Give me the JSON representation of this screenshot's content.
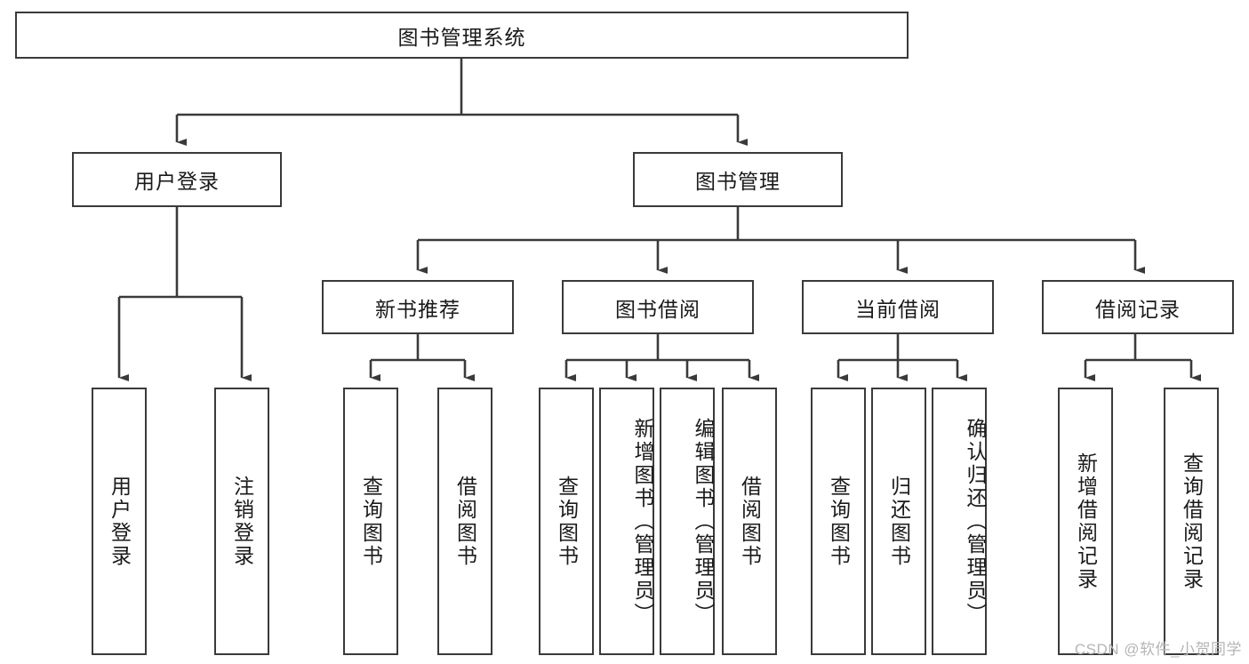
{
  "diagram": {
    "type": "tree-hierarchy",
    "title": "图书管理系统",
    "root": {
      "id": "root",
      "label": "图书管理系统"
    },
    "level2": [
      {
        "id": "user-login",
        "label": "用户登录"
      },
      {
        "id": "book-management",
        "label": "图书管理"
      }
    ],
    "level3": [
      {
        "id": "new-book-recommend",
        "label": "新书推荐",
        "parent": "book-management"
      },
      {
        "id": "book-borrow",
        "label": "图书借阅",
        "parent": "book-management"
      },
      {
        "id": "current-borrow",
        "label": "当前借阅",
        "parent": "book-management"
      },
      {
        "id": "borrow-record",
        "label": "借阅记录",
        "parent": "book-management"
      }
    ],
    "leaves": [
      {
        "id": "leaf-user-login",
        "label": "用户登录",
        "parent": "user-login"
      },
      {
        "id": "leaf-logout-login",
        "label": "注销登录",
        "parent": "user-login"
      },
      {
        "id": "leaf-query-book-1",
        "label": "查询图书",
        "parent": "new-book-recommend"
      },
      {
        "id": "leaf-borrow-book-1",
        "label": "借阅图书",
        "parent": "new-book-recommend"
      },
      {
        "id": "leaf-query-book-2",
        "label": "查询图书",
        "parent": "book-borrow"
      },
      {
        "id": "leaf-add-book",
        "label": "新增图书（管理员）",
        "parent": "book-borrow"
      },
      {
        "id": "leaf-edit-book",
        "label": "编辑图书（管理员）",
        "parent": "book-borrow"
      },
      {
        "id": "leaf-borrow-book-2",
        "label": "借阅图书",
        "parent": "book-borrow"
      },
      {
        "id": "leaf-query-book-3",
        "label": "查询图书",
        "parent": "current-borrow"
      },
      {
        "id": "leaf-return-book",
        "label": "归还图书",
        "parent": "current-borrow"
      },
      {
        "id": "leaf-confirm-return",
        "label": "确认归还（管理员）",
        "parent": "current-borrow"
      },
      {
        "id": "leaf-add-record",
        "label": "新增借阅记录",
        "parent": "borrow-record"
      },
      {
        "id": "leaf-query-record",
        "label": "查询借阅记录",
        "parent": "borrow-record"
      }
    ],
    "colors": {
      "stroke": "#3a3a3a",
      "fill": "#ffffff",
      "text": "#1a1a1a",
      "watermark": "#b5b5b5"
    }
  },
  "watermark": {
    "text": "CSDN @软件_小贺同学"
  }
}
